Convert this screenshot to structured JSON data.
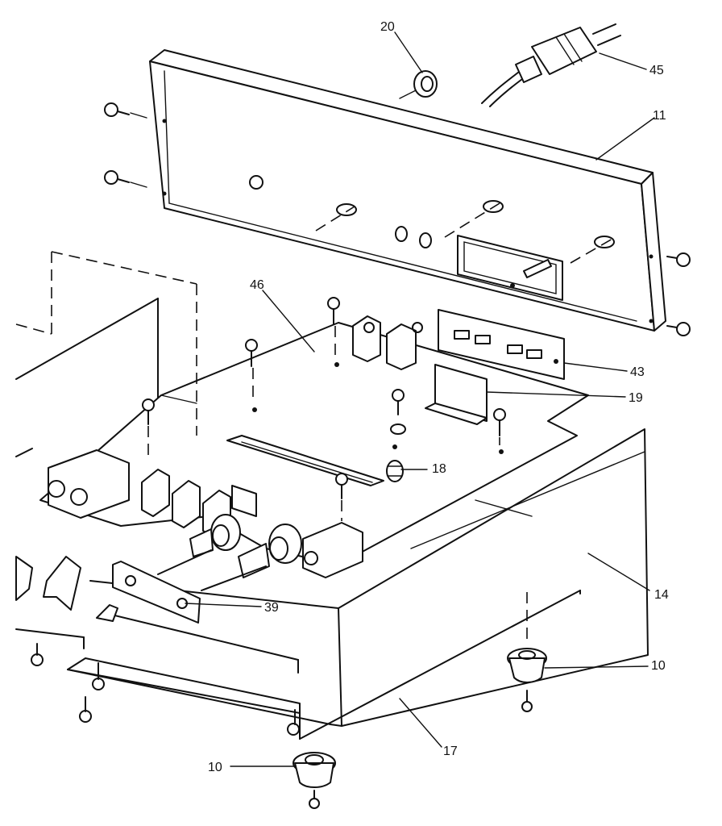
{
  "diagram": {
    "callouts": [
      {
        "id": "callout-20",
        "text": "20"
      },
      {
        "id": "callout-45",
        "text": "45"
      },
      {
        "id": "callout-11",
        "text": "11"
      },
      {
        "id": "callout-46",
        "text": "46"
      },
      {
        "id": "callout-43",
        "text": "43"
      },
      {
        "id": "callout-19",
        "text": "19"
      },
      {
        "id": "callout-18",
        "text": "18"
      },
      {
        "id": "callout-39",
        "text": "39"
      },
      {
        "id": "callout-14",
        "text": "14"
      },
      {
        "id": "callout-10a",
        "text": "10"
      },
      {
        "id": "callout-17",
        "text": "17"
      },
      {
        "id": "callout-10b",
        "text": "10"
      }
    ]
  }
}
